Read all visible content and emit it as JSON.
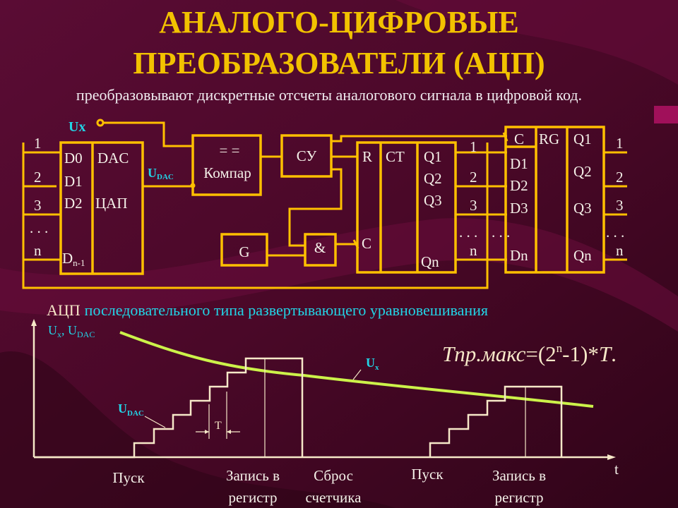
{
  "title": {
    "line1": "АНАЛОГО-ЦИФРОВЫЕ",
    "line2": "ПРЕОБРАЗОВАТЕЛИ (АЦП)"
  },
  "subtitle": "преобразовывают дискретные отсчеты аналогового сигнала в цифровой код.",
  "colors": {
    "title": "#f2c200",
    "wire": "#ffc000",
    "accent": "#22d4e6",
    "curve": "#ccf24a",
    "background": "#4a0a2c"
  },
  "circuit": {
    "ux_label": "Ux",
    "udac_label": {
      "main": "U",
      "sub": "DAC"
    },
    "input_numbers": [
      "1",
      "2",
      "3",
      ". . .",
      "n"
    ],
    "dac": {
      "inputs": [
        "D0",
        "D1",
        "D2"
      ],
      "last_input": {
        "main": "D",
        "sub": "n-1"
      },
      "name": "DAC",
      "name_ru": "ЦАП"
    },
    "comparator": {
      "symbol": "= =",
      "name": "Компар"
    },
    "control": "СУ",
    "generator": "G",
    "and_gate": "&",
    "counter": {
      "r": "R",
      "c": "C",
      "name": "CT",
      "outputs": [
        "Q1",
        "Q2",
        "Q3",
        "Qn"
      ]
    },
    "counter_out_numbers": [
      "1",
      "2",
      "3",
      ". . .",
      "n",
      ". . ."
    ],
    "register": {
      "c": "C",
      "name": "RG",
      "inputs": [
        "D1",
        "D2",
        "D3",
        "Dn"
      ],
      "outputs": [
        "Q1",
        "Q2",
        "Q3",
        "Qn"
      ]
    },
    "register_out_numbers": [
      "1",
      "2",
      "3",
      ". . .",
      "n"
    ]
  },
  "chart": {
    "heading_prefix": "АЦП",
    "heading_rest": "последовательного типа развертывающего уравновешивания",
    "y_label": {
      "u": "U",
      "x": "x",
      "sep": ", U",
      "dac": "DAC"
    },
    "x_label": "t",
    "ux_label": {
      "main": "U",
      "sub": "x"
    },
    "udac_label": {
      "main": "U",
      "sub": "DAC"
    },
    "period_label": "T",
    "formula": {
      "left": "Tпр.макс",
      "eq": "=(2",
      "sup": "n",
      "rest": "-1)*",
      "t": "T",
      "end": "."
    },
    "events": [
      {
        "line1": "Пуск"
      },
      {
        "line1": "Запись в",
        "line2": "регистр"
      },
      {
        "line1": "Сброс",
        "line2": "счетчика"
      },
      {
        "line1": "Пуск"
      },
      {
        "line1": "Запись в",
        "line2": "регистр"
      }
    ]
  }
}
